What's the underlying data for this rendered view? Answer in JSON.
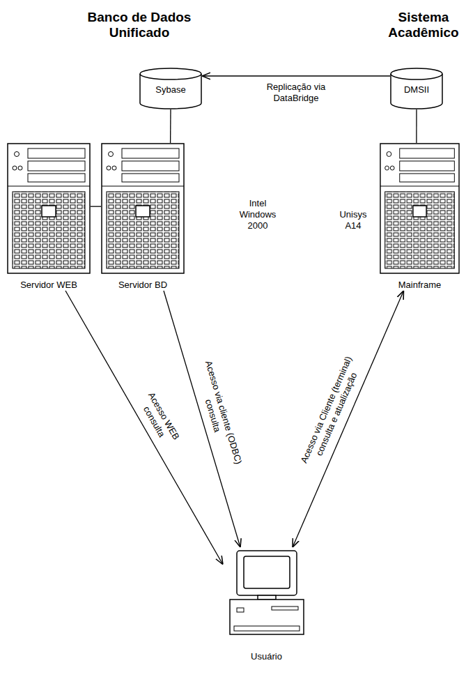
{
  "diagram": {
    "nodes": [
      {
        "text": [
          "Sybase"
        ]
      },
      {
        "text": [
          "DMSII"
        ]
      },
      {
        "text": [
          "Servidor WEB"
        ]
      },
      {
        "text": [
          "Servidor BD"
        ]
      },
      {
        "text": [
          "Mainframe"
        ]
      },
      {
        "text": [
          "Usuário"
        ]
      }
    ],
    "edges": [
      {
        "from": 1,
        "to": 0,
        "arrow": "to",
        "label": "Replicação via DataBridge"
      },
      {
        "from": 0,
        "to": 3,
        "arrow": "none"
      },
      {
        "from": 2,
        "to": 3,
        "arrow": "none"
      },
      {
        "from": 1,
        "to": 4,
        "arrow": "none"
      },
      {
        "from": 2,
        "to": 5,
        "arrow": "to",
        "label": "Acesso WEB consulta"
      },
      {
        "from": 3,
        "to": 5,
        "arrow": "to",
        "label": "Acesso via cliente (ODBC) consulta"
      },
      {
        "from": 4,
        "to": 5,
        "arrow": "both",
        "label": "Acesso via Cliente (terminal) consulta e atualização"
      }
    ],
    "labels": [
      "Banco de Dados Unificado",
      "Sistema Acadêmico",
      "Intel Windows 2000",
      "Unisys A14"
    ]
  }
}
